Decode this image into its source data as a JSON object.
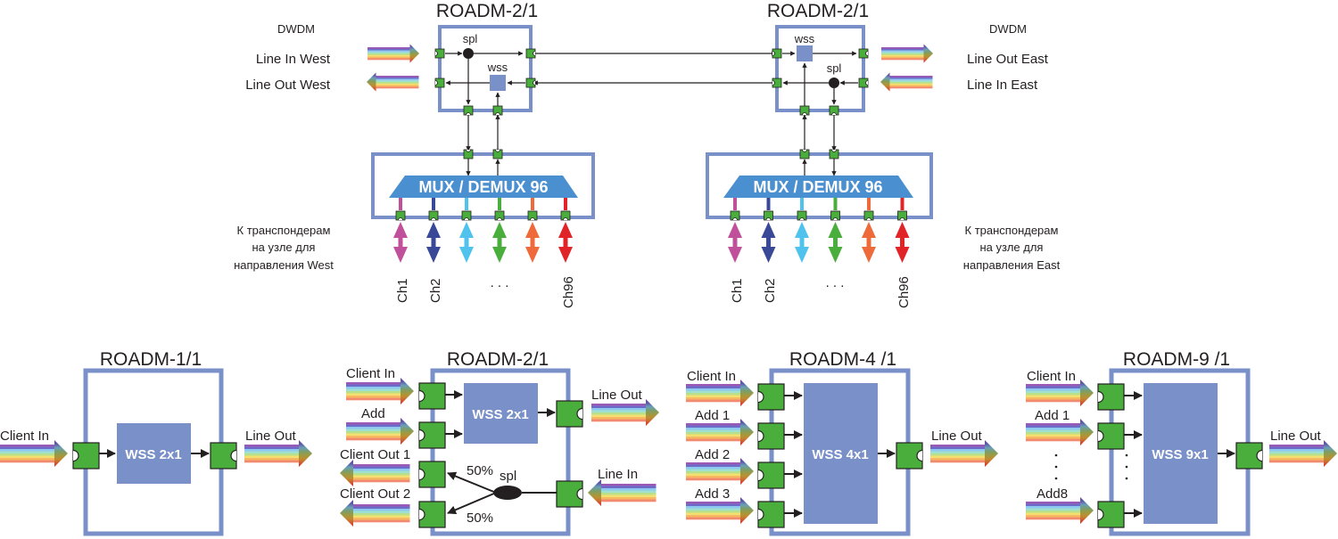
{
  "colors": {
    "frame": "#7a90c8",
    "block": "#7a90c8",
    "port": "#4aae3c",
    "mux": "#4a8fd0",
    "line": "#231f20",
    "channels": [
      "#c0509a",
      "#3a4898",
      "#4fc3ee",
      "#4aae3c",
      "#ee6a3a",
      "#e02428"
    ],
    "rainbow": [
      "#9b59b6",
      "#6c6cc8",
      "#8ec8f0",
      "#9fe0d0",
      "#b8e08a",
      "#f4e070",
      "#f6b860",
      "#f28a70"
    ]
  },
  "top": {
    "west": {
      "title": "ROADM-2/1",
      "dwdm": "DWDM",
      "line_in": "Line In West",
      "line_out": "Line Out West",
      "spl": "spl",
      "wss": "wss",
      "mux_label": "MUX / DEMUX 96",
      "transponder_note": [
        "К транспондерам",
        "на узле для",
        "направления West"
      ],
      "channels": [
        "Ch1",
        "Ch2",
        "Ch96"
      ],
      "ellipsis": ". . ."
    },
    "east": {
      "title": "ROADM-2/1",
      "dwdm": "DWDM",
      "line_out": "Line Out East",
      "line_in": "Line In East",
      "spl": "spl",
      "wss": "wss",
      "mux_label": "MUX / DEMUX 96",
      "transponder_note": [
        "К транспондерам",
        "на узле для",
        "направления East"
      ],
      "channels": [
        "Ch1",
        "Ch2",
        "Ch96"
      ],
      "ellipsis": ". . ."
    }
  },
  "bottom": {
    "roadm1": {
      "title": "ROADM-1/1",
      "client_in": "Client In",
      "block": "WSS 2x1",
      "line_out": "Line Out"
    },
    "roadm2": {
      "title": "ROADM-2/1",
      "client_in": "Client In",
      "add": "Add",
      "client_out_1": "Client Out 1",
      "client_out_2": "Client Out 2",
      "block": "WSS 2x1",
      "line_out": "Line Out",
      "line_in": "Line In",
      "spl": "spl",
      "pct_top": "50%",
      "pct_bottom": "50%"
    },
    "roadm4": {
      "title": "ROADM-4 /1",
      "client_in": "Client In",
      "adds": [
        "Add 1",
        "Add 2",
        "Add 3"
      ],
      "block": "WSS 4x1",
      "line_out": "Line Out"
    },
    "roadm9": {
      "title": "ROADM-9 /1",
      "client_in": "Client In",
      "add_first": "Add 1",
      "add_last": "Add8",
      "vdots": "·",
      "block": "WSS 9x1",
      "line_out": "Line Out"
    }
  }
}
